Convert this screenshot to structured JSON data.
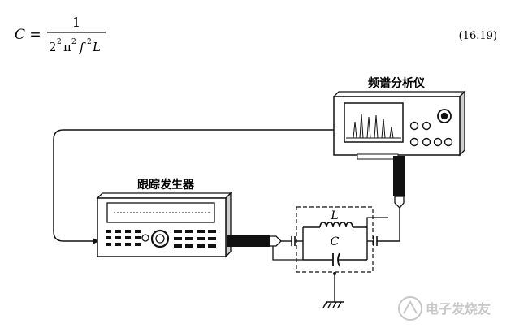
{
  "formula": {
    "lhs": "C =",
    "numerator": "1",
    "denominator_parts": {
      "two": "2",
      "two_exp": "2",
      "pi": "π",
      "pi_exp": "2",
      "f": "f",
      "f_exp": "2",
      "L": "L"
    },
    "equation_number": "(16.19)"
  },
  "diagram": {
    "spectrum_analyzer_label": "频谱分析仪",
    "tracking_generator_label": "跟踪发生器",
    "inductor_label": "L",
    "capacitor_label": "C"
  },
  "watermark": "电子发烧友"
}
